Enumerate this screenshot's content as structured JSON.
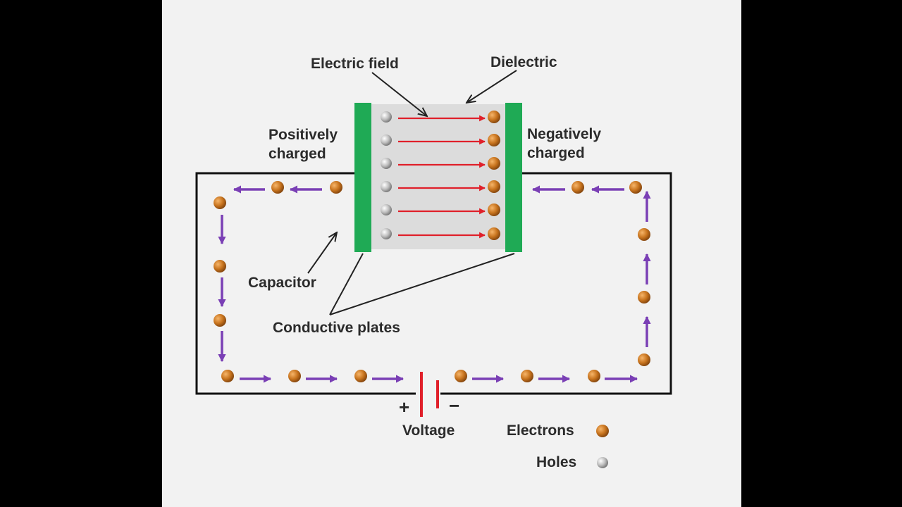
{
  "labels": {
    "electric_field": "Electric field",
    "dielectric": "Dielectric",
    "positively_line1": "Positively",
    "positively_line2": "charged",
    "negatively_line1": "Negatively",
    "negatively_line2": "charged",
    "capacitor": "Capacitor",
    "conductive_plates": "Conductive plates",
    "plus": "+",
    "minus": "−",
    "voltage": "Voltage"
  },
  "legend": {
    "electrons": "Electrons",
    "holes": "Holes"
  },
  "colors": {
    "background": "#f2f2f2",
    "plate": "#1faa55",
    "dielectric": "#dcdcdc",
    "field_arrow": "#e0202a",
    "flow_arrow": "#7a3fb5",
    "electron": "#c8741e",
    "hole": "#bdbdbd",
    "wire": "#111111",
    "battery": "#e0202a"
  }
}
